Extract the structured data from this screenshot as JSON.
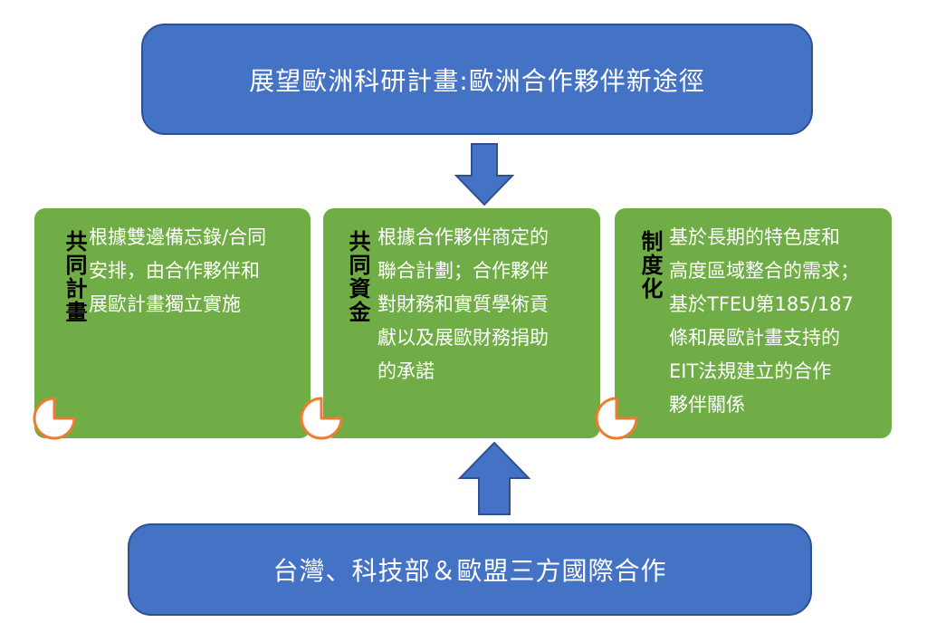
{
  "top_box": {
    "text": "展望歐洲科研計畫:歐洲合作夥伴新途徑"
  },
  "cards": [
    {
      "title": "共同計畫",
      "lines": [
        "根據雙邊備忘錄/合同",
        "安排，由合作夥伴和",
        "展歐計畫獨立實施"
      ]
    },
    {
      "title": "共同資金",
      "lines": [
        "根據合作夥伴商定的",
        "聯合計劃；合作夥伴",
        "對財務和實質學術貢",
        "獻以及展歐財務捐助",
        "的承諾"
      ]
    },
    {
      "title": "制度化",
      "lines": [
        "基於長期的特色度和",
        "高度區域整合的需求；",
        "基於TFEU第185/187",
        "條和展歐計畫支持的",
        "EIT法規建立的合作",
        "夥伴關係"
      ]
    }
  ],
  "bottom_box": {
    "text": "台灣、科技部＆歐盟三方國際合作"
  },
  "colors": {
    "blue_fill": "#4472C4",
    "blue_border": "#2F528F",
    "green_fill": "#70AD47",
    "pie_stroke": "#ED7D31"
  }
}
